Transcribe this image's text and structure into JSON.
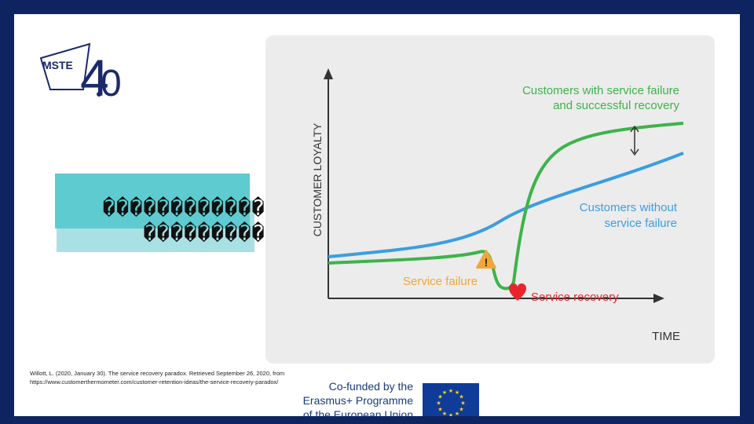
{
  "title": {
    "line1": "������������������",
    "line2": "������������"
  },
  "logo": {
    "text": "MSTE 4.0"
  },
  "diagram": {
    "y_axis_label": "CUSTOMER LOYALTY",
    "x_axis_label": "TIME",
    "label_recovery_curve": [
      "Customers with service failure",
      "and successful recovery"
    ],
    "label_baseline_curve": [
      "Customers without",
      "service failure"
    ],
    "label_failure": "Service failure",
    "label_recovery": "Service recovery",
    "colors": {
      "green": "#3db34a",
      "blue": "#3b9ee0",
      "orange": "#f0a63a",
      "red": "#e8252f",
      "axis": "#333333"
    }
  },
  "citation": "Willott, L. (2020, January 30). The service recovery paradox. Retrieved September 26, 2020, from https://www.customerthermometer.com/customer-retention-ideas/the-service-recovery-paradox/",
  "funding": {
    "lines": [
      "Co-funded by the",
      "Erasmus+ Programme",
      "of the European Union"
    ]
  }
}
